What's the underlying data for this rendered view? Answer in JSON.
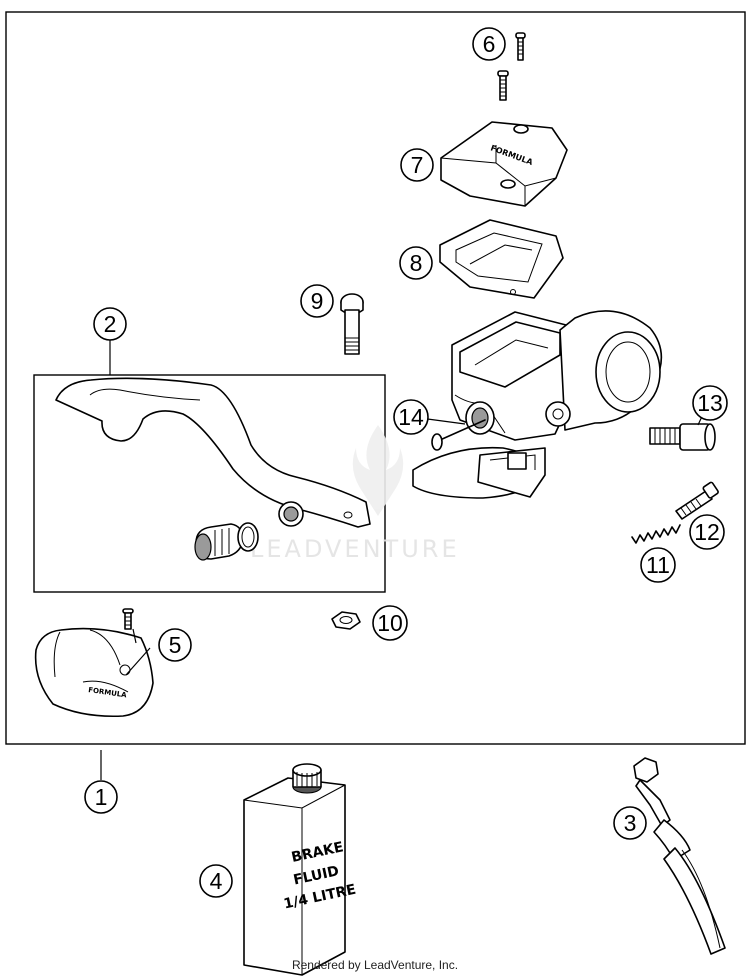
{
  "watermark": {
    "brand": "LEADVENTURE"
  },
  "footer": {
    "credit": "Rendered by LeadVenture, Inc."
  },
  "brake_fluid_label": {
    "line1": "BRAKE",
    "line2": "FLUID",
    "line3": "1/4 LITRE"
  },
  "callouts": [
    {
      "id": "callout-1",
      "number": "1"
    },
    {
      "id": "callout-2",
      "number": "2"
    },
    {
      "id": "callout-3",
      "number": "3"
    },
    {
      "id": "callout-4",
      "number": "4"
    },
    {
      "id": "callout-5",
      "number": "5"
    },
    {
      "id": "callout-6",
      "number": "6"
    },
    {
      "id": "callout-7",
      "number": "7"
    },
    {
      "id": "callout-8",
      "number": "8"
    },
    {
      "id": "callout-9",
      "number": "9"
    },
    {
      "id": "callout-10",
      "number": "10"
    },
    {
      "id": "callout-11",
      "number": "11"
    },
    {
      "id": "callout-12",
      "number": "12"
    },
    {
      "id": "callout-13",
      "number": "13"
    },
    {
      "id": "callout-14",
      "number": "14"
    }
  ]
}
